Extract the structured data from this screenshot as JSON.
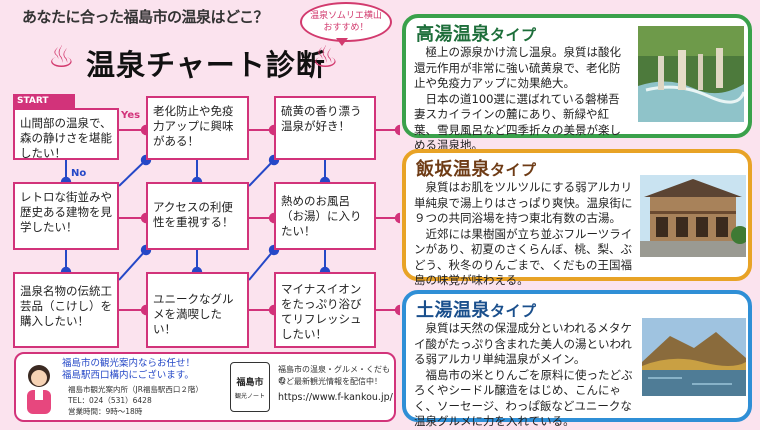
{
  "header": {
    "question": "あなたに合った福島市の温泉はどこ？",
    "bubble_line1": "温泉ソムリエ横山",
    "bubble_line2": "おすすめ！",
    "title": "温泉チャート診断",
    "icon_char": "♨"
  },
  "flow": {
    "start_label": "START",
    "yes_label": "Yes",
    "no_label": "No",
    "nodes": [
      "山間部の温泉で、森の静けさを堪能したい！",
      "老化防止や免疫力アップに興味がある！",
      "硫黄の香り漂う温泉が好き！",
      "レトロな街並みや歴史ある建物を見学したい！",
      "アクセスの利便性を重視する！",
      "熱めのお風呂（お湯）に入りたい！",
      "温泉名物の伝統工芸品（こけし）を購入したい！",
      "ユニークなグルメを満喫したい！",
      "マイナスイオンをたっぷり浴びてリフレッシュしたい！"
    ]
  },
  "info": {
    "line1": "福島市の観光案内ならお任せ！",
    "line2": "福島駅西口構内にございます。",
    "office": "福島市観光案内所（JR福島駅西口２階）",
    "tel": "TEL：024（531）6428",
    "hours": "営業時間：9時〜18時",
    "logo_line1": "福島市",
    "logo_line2": "観光ノート",
    "promo1": "福島市の温泉・グルメ・くだもの",
    "promo2": "など最新観光情報を配信中！",
    "url": "https://www.f-kankou.jp/"
  },
  "panels": [
    {
      "name": "高湯温泉",
      "suffix": "タイプ",
      "text": "　極上の源泉かけ流し温泉。泉質は酸化還元作用が非常に強い硫黄泉で、老化防止や免疫力アップに効果絶大。\n　日本の道100選に選ばれている磐梯吾妻スカイラインの麓にあり、新緑や紅葉、雪見風呂など四季折々の美景が楽しめる温泉地。",
      "border": "#3aa14b",
      "title_color": "#1d6e3a"
    },
    {
      "name": "飯坂温泉",
      "suffix": "タイプ",
      "text": "　泉質はお肌をツルツルにする弱アルカリ単純泉で湯上りはさっぱり爽快。温泉街に９つの共同浴場を持つ東北有数の古湯。\n　近郊には果樹園が立ち並ぶフルーツラインがあり、初夏のさくらんぼ、桃、梨、ぶどう、秋冬のりんごまで、くだもの王国福島の味覚が味わえる。",
      "border": "#e8a326",
      "title_color": "#6e3b15"
    },
    {
      "name": "土湯温泉",
      "suffix": "タイプ",
      "text": "　泉質は天然の保湿成分といわれるメタケイ酸がたっぷり含まれた美人の湯といわれる弱アルカリ単純温泉がメイン。\n　福島市の米とりんごを原料に使ったどぶろくやシードル醸造をはじめ、こんにゃく、ソーセージ、わっぱ飯などユニークな温泉グルメに力を入れている。",
      "border": "#2f8fd6",
      "title_color": "#1a4f8c"
    }
  ]
}
